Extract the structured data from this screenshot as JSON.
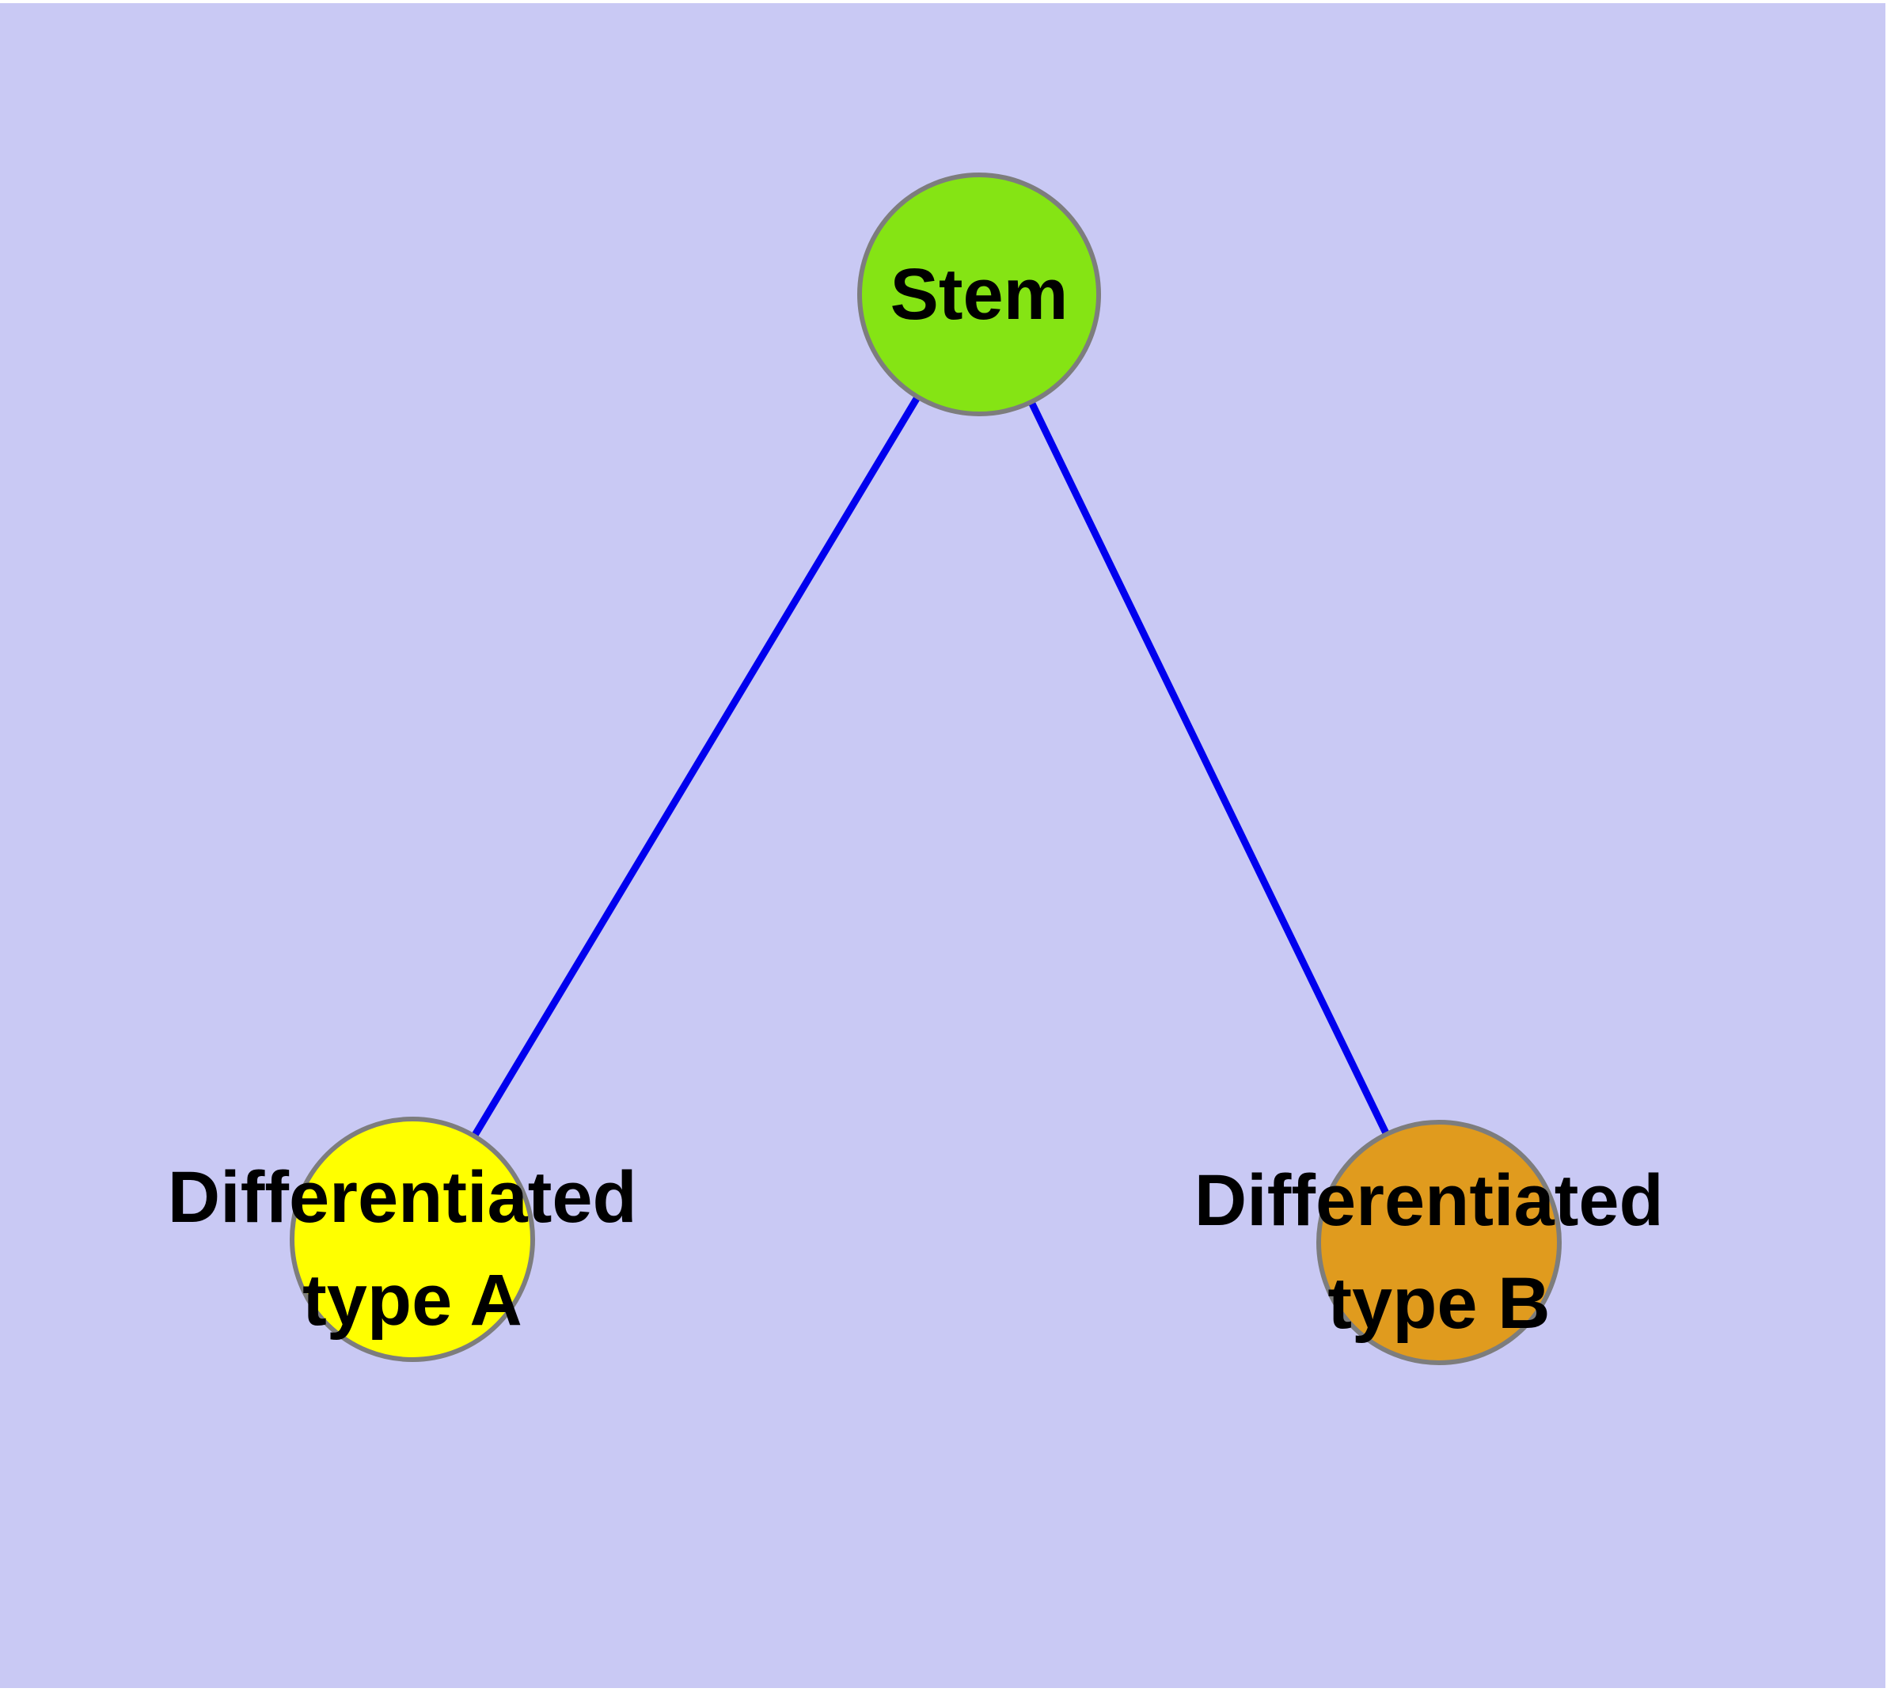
{
  "diagram": {
    "type": "graph",
    "background_color": "#c9c9f4",
    "edge_color": "#0000ee",
    "node_border_color": "#7d7d7d",
    "text_color": "#000000",
    "nodes": [
      {
        "id": "stem",
        "label": "Stem",
        "line1": "Stem",
        "line2": "",
        "fill": "#85e414"
      },
      {
        "id": "diff-a",
        "label": "Differentiated type A",
        "line1": "Differentiated",
        "line2": "type A",
        "fill": "#ffff00"
      },
      {
        "id": "diff-b",
        "label": "Differentiated type B",
        "line1": "Differentiated",
        "line2": "type B",
        "fill": "#e09b1e"
      }
    ],
    "edges": [
      {
        "from": "Stem",
        "to": "Differentiated type A"
      },
      {
        "from": "Stem",
        "to": "Differentiated type B"
      }
    ]
  }
}
